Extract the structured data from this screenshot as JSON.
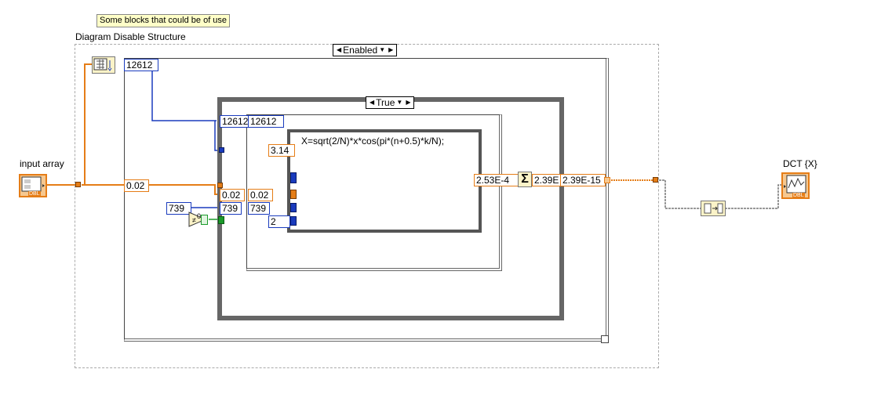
{
  "comment_note": "Some blocks that could be of use",
  "disable_structure": {
    "label": "Diagram Disable Structure",
    "selector": "Enabled"
  },
  "case_structure": {
    "selector": "True"
  },
  "input_control": {
    "label": "input array",
    "type_tag": "DBL"
  },
  "output_indicator": {
    "label": "DCT {X}",
    "type_tag": "DBL"
  },
  "terminals": {
    "outer_count": "12612",
    "outer_scalar": "0.02",
    "mid_count": "12612",
    "mid_count_b": "12612",
    "mid_scalar": "0.02",
    "mid_scalar_b": "0.02",
    "index_const": "739",
    "index_a": "739",
    "index_b": "739",
    "zero_const": "0",
    "pi_const": "3.14",
    "small_b": "2",
    "sum_in": "2.53E-4",
    "sum_out": "2.39E",
    "result": "2.39E-15"
  },
  "formula_text": "X=sqrt(2/N)*x*cos(pi*(n+0.5)*k/N);",
  "icons": {
    "array_size": "array-size-icon",
    "sum_node": "summation-icon",
    "build_array": "build-array-icon",
    "compare": "greater-than-zero-icon"
  },
  "colors": {
    "dbl_wire": "#e57d17",
    "int_wire": "#1a3bbd",
    "bool_wire": "#1a9a2a",
    "note_bg": "#ffffc8"
  }
}
